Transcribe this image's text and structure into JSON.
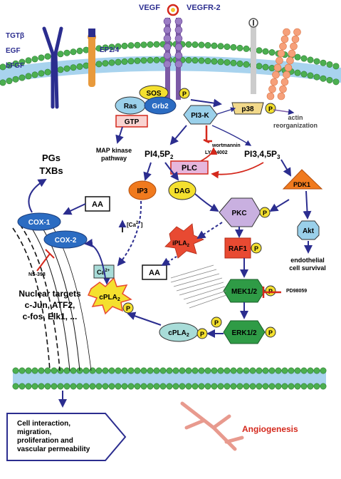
{
  "receptors": {
    "vegf": "VEGF",
    "vegfr2": "VEGFR-2",
    "tgfb": "TGTβ",
    "egf": "EGF",
    "bfgf": "bFGF",
    "ep24": "EP2/4"
  },
  "adaptors": {
    "sos": "SOS",
    "ras": "Ras",
    "grb2": "Grb2",
    "gtp": "GTP",
    "p": "P",
    "pi3k": "PI3-K",
    "p38": "p38",
    "actin": "actin reorganization",
    "mapk": "MAP kinase pathway",
    "wort": "wortmannin",
    "ly": "LY294002"
  },
  "lipids": {
    "pi45p2": "PI4,5P",
    "pi45p2_sub": "2",
    "pi345p3": "PI3,4,5P",
    "pi345p3_sub": "3",
    "plc": "PLC",
    "ip3": "IP3",
    "dag": "DAG",
    "pdk1": "PDK1",
    "akt": "Akt",
    "endo": "endothelial cell survival"
  },
  "cascade": {
    "pkc": "PKC",
    "ipla2": "iPLA",
    "ipla2_sub": "2",
    "raf1": "RAF1",
    "mek12": "MEK1/2",
    "erk12": "ERK1/2",
    "cpla2": "cPLA",
    "cpla2_sub": "2",
    "cpla2b": "cPLA",
    "cpla2b_sub": "2",
    "pd": "PD98059",
    "aa1": "AA",
    "aa2": "AA",
    "ca": "[Ca",
    "ca_sup": "2+",
    "ca_close": "]",
    "ca2": "Ca",
    "ca2_sup": "2+"
  },
  "left": {
    "pgs": "PGs",
    "txbs": "TXBs",
    "cox1": "COX-1",
    "cox2": "COX-2",
    "ns398": "NS-398",
    "nuclear": [
      "Nuclear targets",
      "c-Jun, ATF2,",
      "c-fos, Elk1, ..."
    ]
  },
  "bottom": {
    "outcome": [
      "Cell interaction,",
      "migration,",
      "proliferation and",
      "vascular permeability"
    ],
    "angiogenesis": "Angiogenesis"
  }
}
